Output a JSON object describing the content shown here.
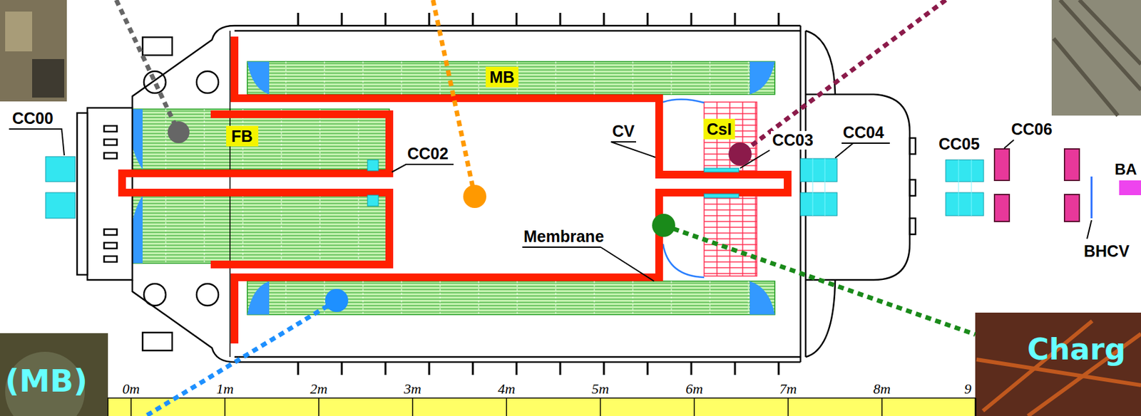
{
  "diagram": {
    "nodes": [
      {
        "text": [
          "MB"
        ]
      },
      {
        "text": [
          "FB"
        ]
      },
      {
        "text": [
          "CsI"
        ]
      }
    ],
    "labels": [
      "CC00",
      "CV",
      "CC02",
      "CC03",
      "CC04",
      "CC05",
      "CC06",
      "BA",
      "BHCV",
      "Membrane",
      "(MB)",
      "Charg",
      "0m",
      "1m",
      "2m",
      "3m",
      "4m",
      "5m",
      "6m",
      "7m",
      "8m",
      "9"
    ]
  }
}
